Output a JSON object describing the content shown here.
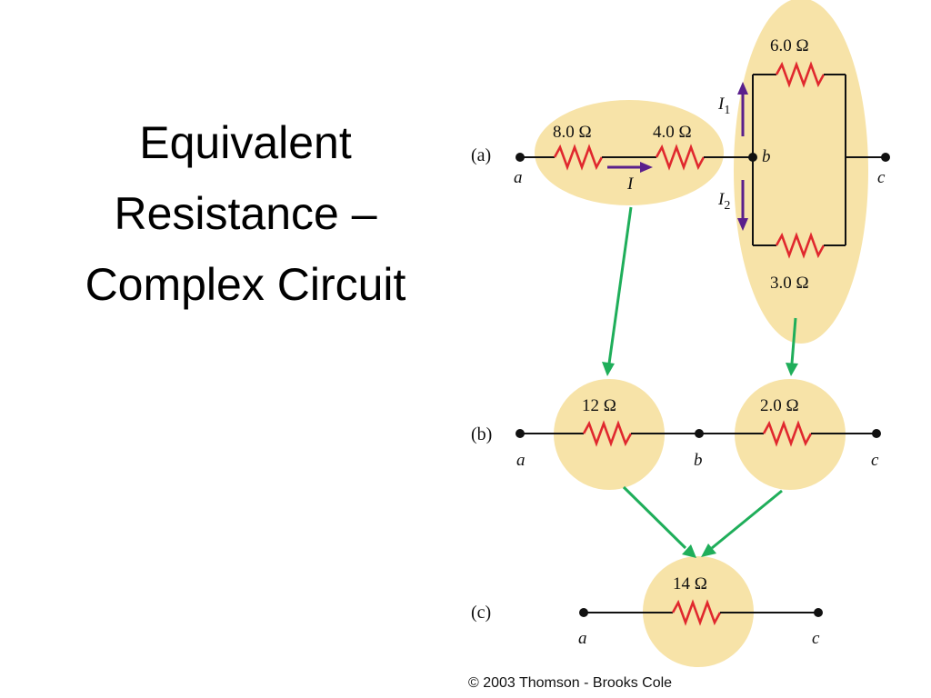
{
  "title": {
    "line1": "Equivalent",
    "line2": "Resistance –",
    "line3": "Complex Circuit"
  },
  "copyright": "© 2003 Thomson - Brooks Cole",
  "panels": {
    "a": {
      "tag": "(a)",
      "r1": "8.0 Ω",
      "r2": "4.0 Ω",
      "r_top": "6.0 Ω",
      "r_bottom": "3.0 Ω",
      "node_a": "a",
      "node_b": "b",
      "node_c": "c",
      "current_I": "I",
      "current_I1": "I",
      "current_I1_sub": "1",
      "current_I2": "I",
      "current_I2_sub": "2"
    },
    "b": {
      "tag": "(b)",
      "r1": "12 Ω",
      "r2": "2.0 Ω",
      "node_a": "a",
      "node_b": "b",
      "node_c": "c"
    },
    "c": {
      "tag": "(c)",
      "r1": "14 Ω",
      "node_a": "a",
      "node_c": "c"
    }
  },
  "colors": {
    "highlight": "#f7e3a8",
    "resistor": "#e0282e",
    "arrow_green": "#1fae5a",
    "current_purple": "#5a1f8c"
  }
}
